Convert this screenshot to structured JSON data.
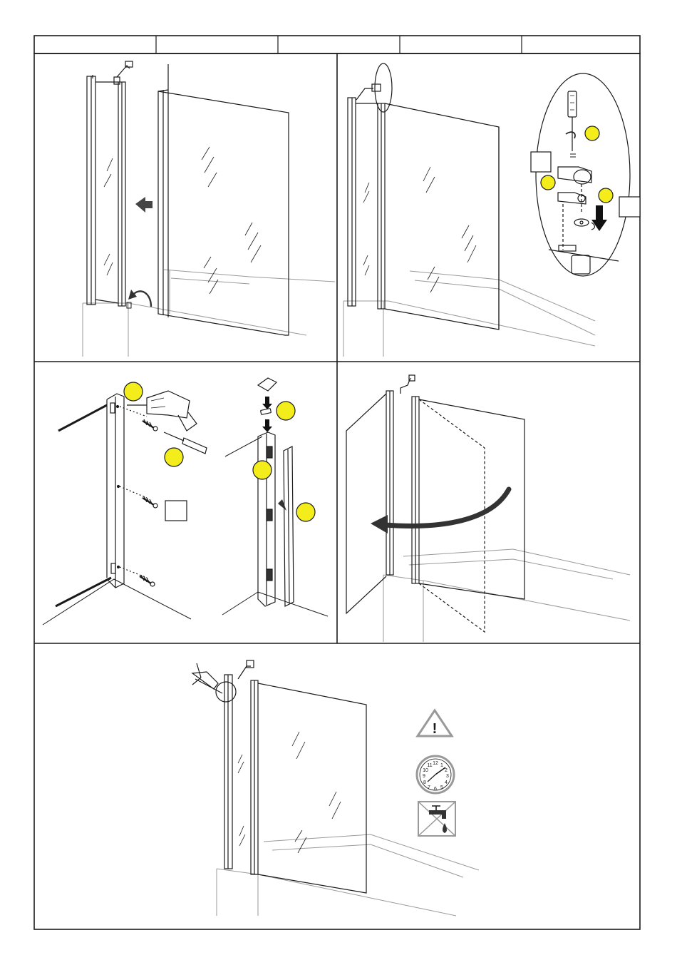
{
  "header": {
    "cells": [
      "",
      "",
      "",
      "",
      ""
    ]
  },
  "steps": [
    {
      "id": "step-1",
      "label_boxes": []
    },
    {
      "id": "step-2",
      "label_boxes": [
        "",
        ""
      ]
    },
    {
      "id": "step-3",
      "label_boxes": [
        ""
      ]
    },
    {
      "id": "step-4",
      "label_boxes": []
    },
    {
      "id": "step-5",
      "label_boxes": []
    }
  ],
  "warning_icons": [
    {
      "name": "warning-triangle-icon",
      "glyph": "!"
    },
    {
      "name": "clock-icon",
      "numbers": [
        "12",
        "1",
        "2",
        "3",
        "4",
        "5",
        "6",
        "7",
        "8",
        "9",
        "10",
        "11"
      ]
    },
    {
      "name": "no-water-icon"
    }
  ],
  "colors": {
    "marker_yellow": "#f3ee1b",
    "line": "#1a1a1a",
    "light_line": "#9a9a9a"
  }
}
